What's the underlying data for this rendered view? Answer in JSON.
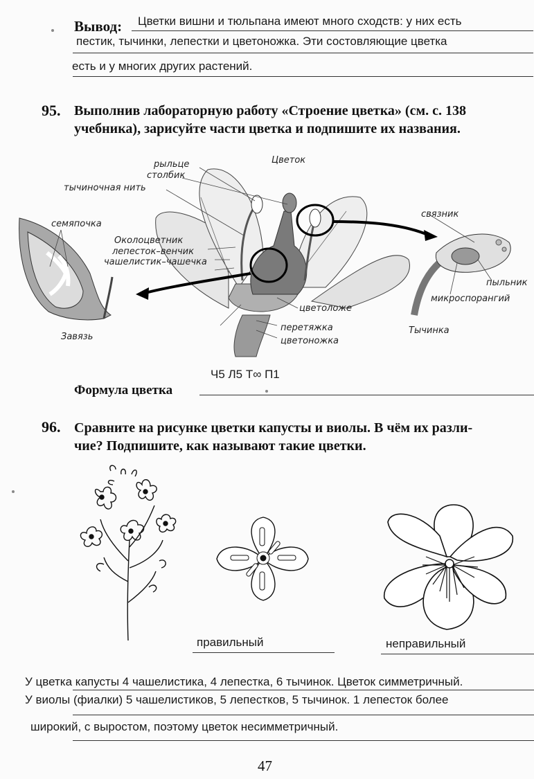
{
  "conclusion": {
    "label": "Вывод:",
    "line1": "Цветки вишни и тюльпана имеют много сходств: у них есть",
    "line2": "пестик, тычинки, лепестки и цветоножка. Эти состовляющие цветка",
    "line3": "есть и у  многих других растений."
  },
  "task95": {
    "number": "95.",
    "text_line1": "Выполнив лабораторную работу «Строение цветка» (см. с. 138",
    "text_line2": "учебника), зарисуйте части цветка и подпишите их названия.",
    "labels": {
      "tsvetok": "Цветок",
      "ryltse": "рыльце",
      "stolbik": "столбик",
      "tychinochnaya_nit": "тычиночная нить",
      "semyapochka": "семяпочка",
      "okolotsvetnik": "Околоцветник",
      "lepestok": "лепесток–венчик",
      "chashelistik": "чашелистик–чашечка",
      "tsvetolozhe": "цветоложе",
      "peretyazhka": "перетяжка",
      "tsvetonozhka": "цветоножка",
      "zavyaz": "Завязь",
      "svyaznik": "связник",
      "pylnik": "пыльник",
      "mikrosporangiy": "микроспорангий",
      "tychinka": "Тычинка"
    },
    "formula_label": "Формула цветка",
    "formula_value": "Ч5 Л5 Т∞ П1"
  },
  "task96": {
    "number": "96.",
    "text_line1": "Сравните на рисунке цветки капусты и виолы. В чём их разли-",
    "text_line2": "чие? Подпишите, как называют такие цветки.",
    "answer_cabbage": "правильный",
    "answer_viola": "неправильный",
    "answer_line1": "У цветка капусты 4 чашелистика, 4 лепестка, 6 тычинок. Цветок симметричный.",
    "answer_line2": "У виолы (фиалки) 5 чашелистиков, 5 лепестков, 5 тычинок. 1 лепесток более",
    "answer_line3": "широкий, с выростом, поэтому цветок несимметричный."
  },
  "page_number": "47"
}
